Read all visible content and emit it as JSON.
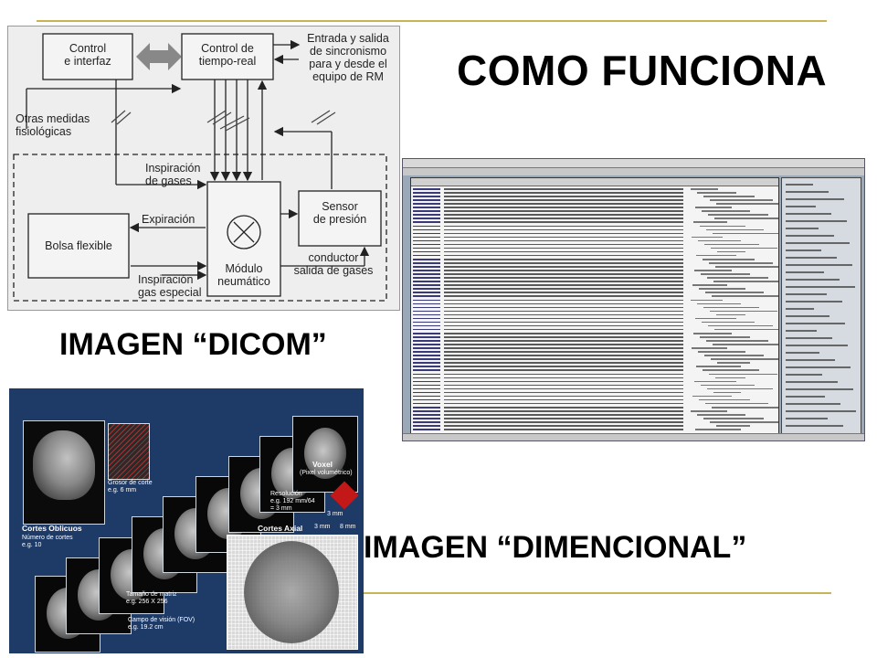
{
  "slide": {
    "title": "COMO FUNCIONA",
    "dicom_label": "IMAGEN “DICOM”",
    "dimensional_label": "IMAGEN “DIMENCIONAL”",
    "accent_color": "#c9b455"
  },
  "diagram": {
    "control_interfaz": [
      "Control",
      "e interfaz"
    ],
    "control_tiempo_real": [
      "Control de",
      "tiempo-real"
    ],
    "entrada_salida": [
      "Entrada y salida",
      "de sincronismo",
      "para y desde el",
      "equipo de RM"
    ],
    "otras_medidas": [
      "Otras medidas",
      "fisiológicas"
    ],
    "inspiracion_gases": [
      "Inspiración",
      "de gases"
    ],
    "sensor_presion": [
      "Sensor",
      "de presión"
    ],
    "expiracion": "Expiración",
    "bolsa_flexible": "Bolsa flexible",
    "conductor": [
      "conductor",
      "salida de gases"
    ],
    "inspiracion_especial": [
      "Inspiración",
      "gas especial"
    ],
    "modulo": [
      "Módulo",
      "neumático"
    ]
  },
  "mri": {
    "cortes_oblicuos": "Cortes Oblicuos",
    "numero_cortes": [
      "Número de cortes",
      "e.g. 10"
    ],
    "grosor": [
      "Grosor de corte",
      "e.g. 6 mm"
    ],
    "voxel": "Voxel",
    "voxel_sub": "(Pixel volumétrico)",
    "resolucion": [
      "Resolución",
      "e.g. 192 mm/64",
      "= 3 mm"
    ],
    "cortes_axial": "Cortes Axial",
    "mm3a": "3 mm",
    "mm3b": "3 mm",
    "mm8": "8 mm",
    "matriz": [
      "Tamaño de matriz",
      "e.g. 256 X 256"
    ],
    "fov": [
      "Campo de visión (FOV)",
      "e.g. 19.2 cm"
    ]
  }
}
